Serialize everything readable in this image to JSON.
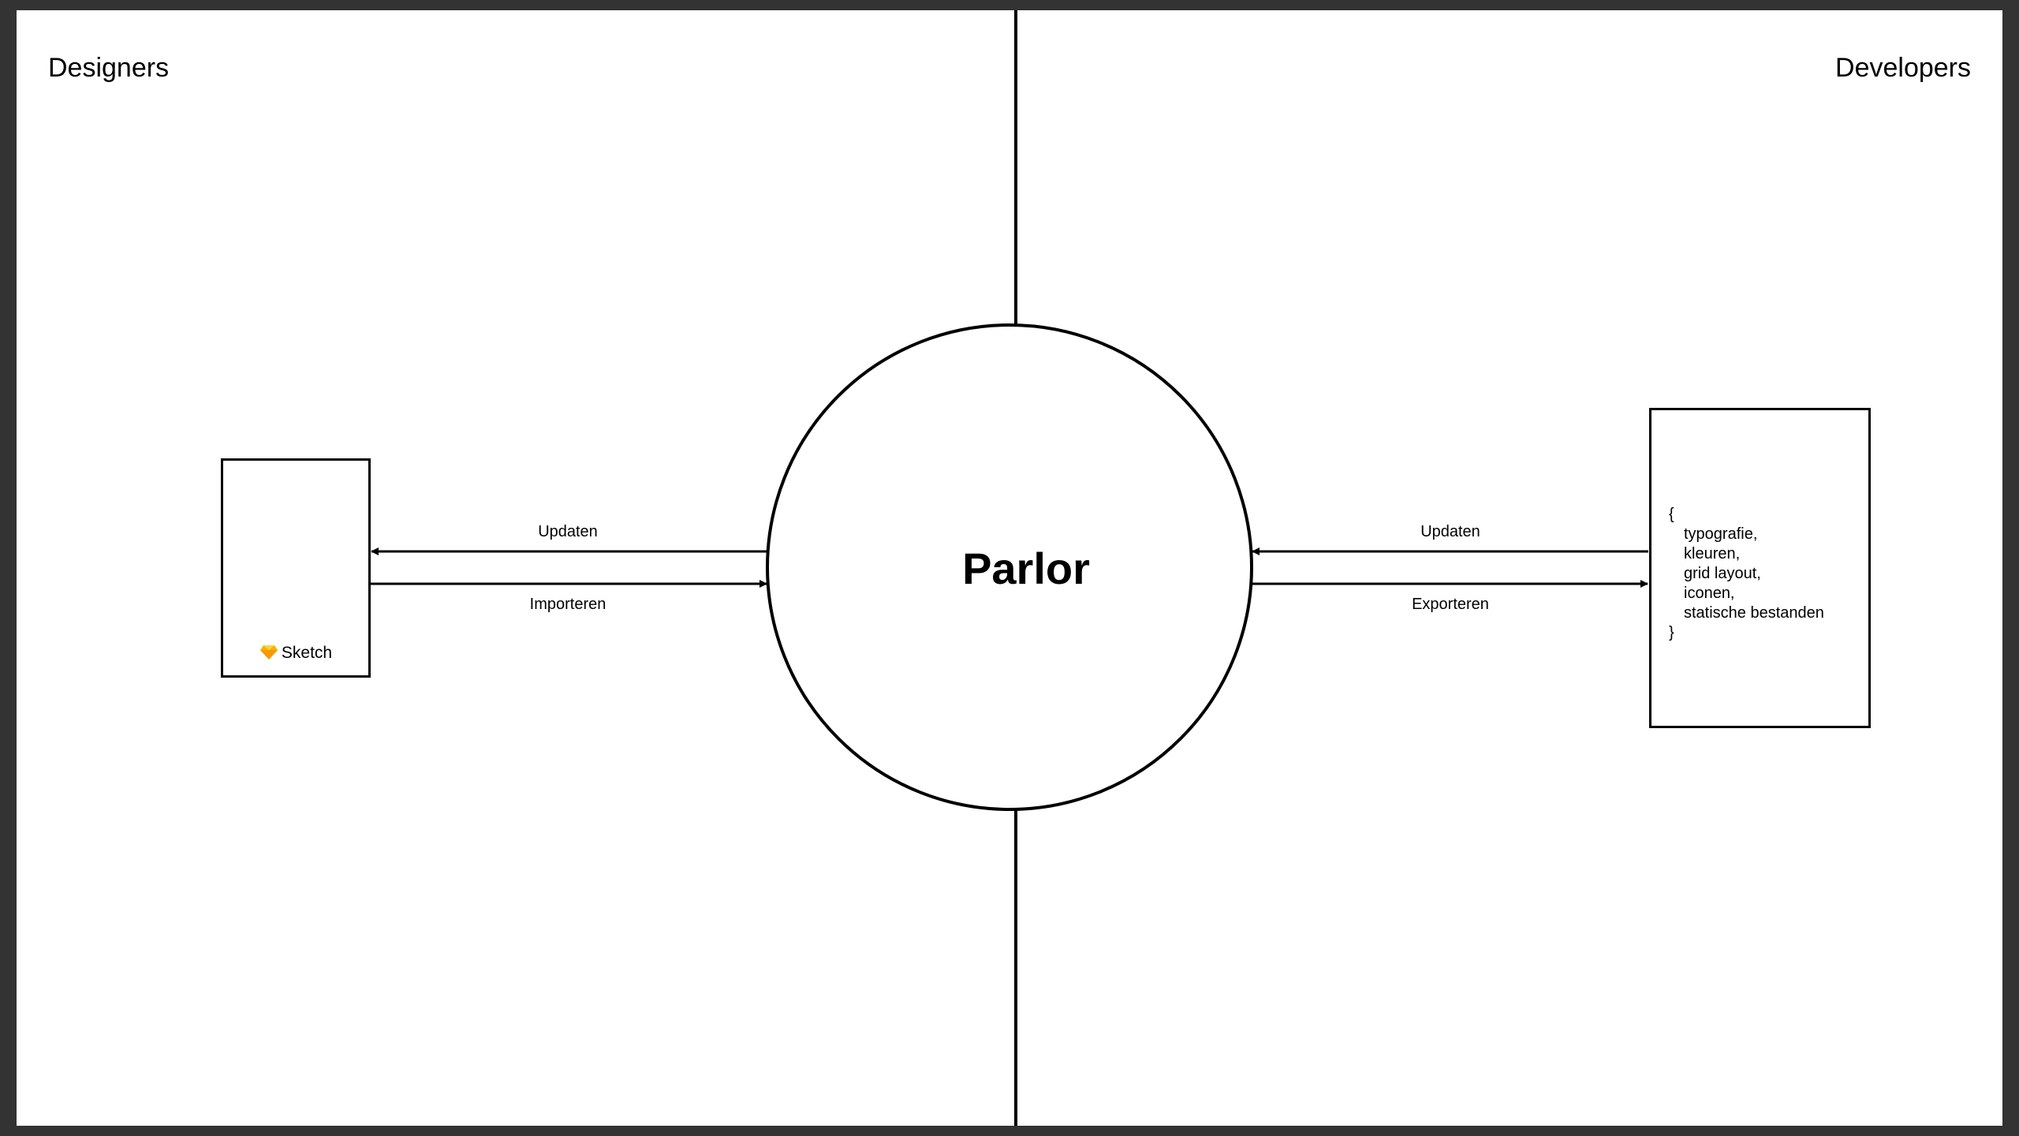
{
  "headings": {
    "left": "Designers",
    "right": "Developers"
  },
  "hub": {
    "label": "Parlor"
  },
  "nodes": {
    "design_tool": {
      "label": "Sketch",
      "icon": "sketch-diamond-icon"
    },
    "code_output": {
      "open_brace": "{",
      "items": [
        "typografie,",
        "kleuren,",
        "grid layout,",
        "iconen,",
        "statische bestanden"
      ],
      "close_brace": "}"
    }
  },
  "edges": {
    "left_update": "Updaten",
    "left_import": "Importeren",
    "right_update": "Updaten",
    "right_export": "Exporteren"
  },
  "colors": {
    "frame": "#333333",
    "canvas": "#ffffff",
    "stroke": "#000000",
    "sketch_icon": "#f7b500"
  }
}
